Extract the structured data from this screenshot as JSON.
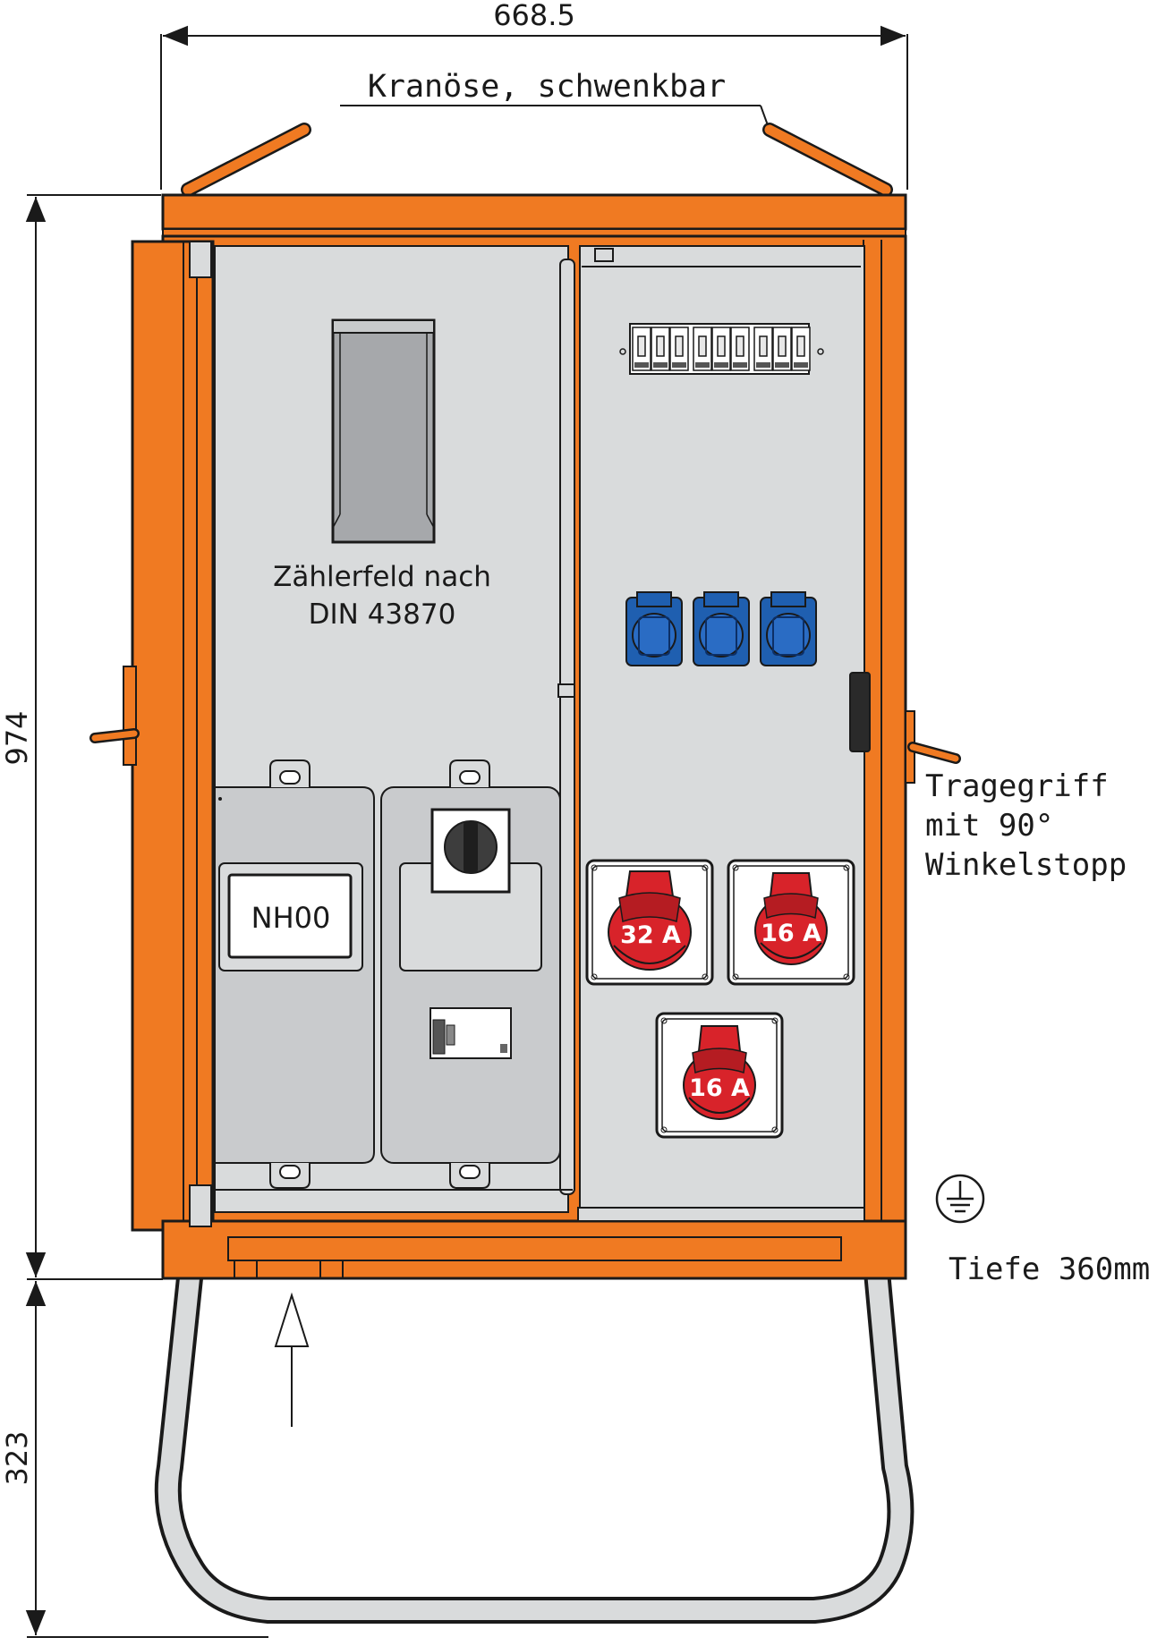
{
  "dimensions": {
    "width_value": "668.5",
    "height_value": "974",
    "stand_height_value": "323"
  },
  "annotations": {
    "crane_eye": "Kranöse, schwenkbar",
    "handle_line1": "Tragegriff",
    "handle_line2": "mit 90°",
    "handle_line3": "Winkelstopp",
    "depth": "Tiefe 360mm"
  },
  "meter_field": {
    "line1": "Zählerfeld nach",
    "line2": "DIN 43870"
  },
  "fuse_module": {
    "label": "NH00"
  },
  "cee_sockets": {
    "socket1": "32 A",
    "socket2": "16 A",
    "socket3": "16 A"
  },
  "colors": {
    "frame_orange": "#f07a22",
    "panel_grey": "#d9dbdc",
    "socket_blue": "#1f5fb0",
    "cee_red": "#d8232a",
    "outline": "#1a1a1a"
  }
}
